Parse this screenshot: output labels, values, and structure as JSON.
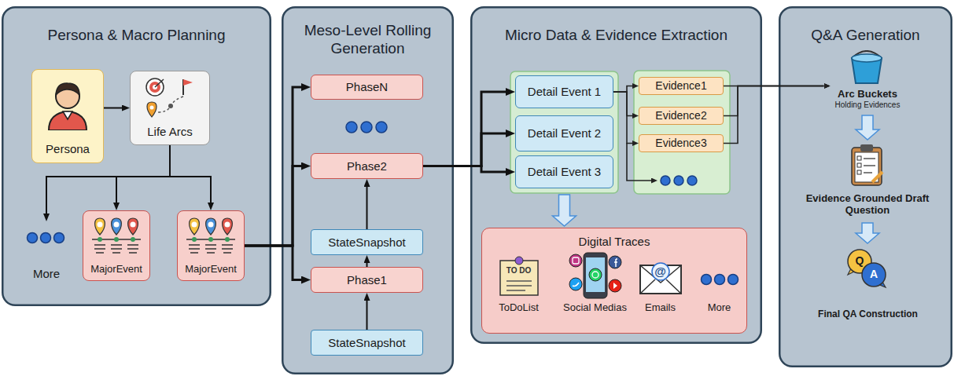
{
  "diagram": {
    "nodes": [
      {
        "text": [
          "Persona & Macro Planning"
        ]
      },
      {
        "text": [
          "Persona"
        ],
        "in": 0
      },
      {
        "text": [
          "Life Arcs"
        ],
        "in": 0
      },
      {
        "text": [
          "More"
        ],
        "in": 0
      },
      {
        "text": [
          "MajorEvent"
        ],
        "in": 0
      },
      {
        "text": [
          "MajorEvent"
        ],
        "in": 0
      },
      {
        "text": [
          "Meso-Level Rolling Generation"
        ]
      },
      {
        "text": [
          "PhaseN"
        ],
        "in": 6
      },
      {
        "text": [
          "Phase2"
        ],
        "in": 6
      },
      {
        "text": [
          "StateSnapshot"
        ],
        "in": 6
      },
      {
        "text": [
          "Phase1"
        ],
        "in": 6
      },
      {
        "text": [
          "StateSnapshot"
        ],
        "in": 6
      },
      {
        "text": [
          "Micro Data & Evidence Extraction"
        ]
      },
      {
        "text": [
          "Detail Event 1"
        ],
        "in": 12
      },
      {
        "text": [
          "Detail Event 2"
        ],
        "in": 12
      },
      {
        "text": [
          "Detail Event 3"
        ],
        "in": 12
      },
      {
        "text": [
          "Evidence1"
        ],
        "in": 12
      },
      {
        "text": [
          "Evidence2"
        ],
        "in": 12
      },
      {
        "text": [
          "Evidence3"
        ],
        "in": 12
      },
      {
        "text": [
          "Digital Traces"
        ],
        "in": 12
      },
      {
        "text": [
          "Q&A Generation"
        ]
      },
      {
        "text": [
          "Arc Buckets",
          "Holding Evidences"
        ],
        "in": 20
      },
      {
        "text": [
          "Evidence Grounded Draft Question"
        ],
        "in": 20
      },
      {
        "text": [
          "Final QA Construction"
        ],
        "in": 20
      }
    ],
    "edges": [
      {
        "from": 1,
        "to": 2,
        "arrow": "to"
      },
      {
        "from": 2,
        "to": 3,
        "arrow": "to"
      },
      {
        "from": 2,
        "to": 4,
        "arrow": "to"
      },
      {
        "from": 2,
        "to": 5,
        "arrow": "to"
      },
      {
        "from": 5,
        "to": 7,
        "arrow": "to"
      },
      {
        "from": 5,
        "to": 8,
        "arrow": "to"
      },
      {
        "from": 5,
        "to": 10,
        "arrow": "to"
      },
      {
        "from": 11,
        "to": 10,
        "arrow": "to"
      },
      {
        "from": 10,
        "to": 9,
        "arrow": "to"
      },
      {
        "from": 9,
        "to": 8,
        "arrow": "to"
      },
      {
        "from": 8,
        "to": 13,
        "arrow": "to"
      },
      {
        "from": 8,
        "to": 14,
        "arrow": "to"
      },
      {
        "from": 8,
        "to": 15,
        "arrow": "to"
      },
      {
        "from": 13,
        "to": 16,
        "arrow": "to"
      },
      {
        "from": 13,
        "to": 17,
        "arrow": "to"
      },
      {
        "from": 13,
        "to": 18,
        "arrow": "to"
      },
      {
        "from": 16,
        "to": 21,
        "arrow": "to"
      },
      {
        "from": 17,
        "to": 21,
        "arrow": "to"
      },
      {
        "from": 18,
        "to": 21,
        "arrow": "to"
      },
      {
        "from": 15,
        "to": 19,
        "arrow": "to"
      },
      {
        "from": 21,
        "to": 22,
        "arrow": "to"
      },
      {
        "from": 22,
        "to": 23,
        "arrow": "to"
      }
    ],
    "labels": [
      "TO DO",
      "ToDoList",
      "Social Medias",
      "@",
      "Emails",
      "More",
      "Q",
      "A"
    ]
  }
}
